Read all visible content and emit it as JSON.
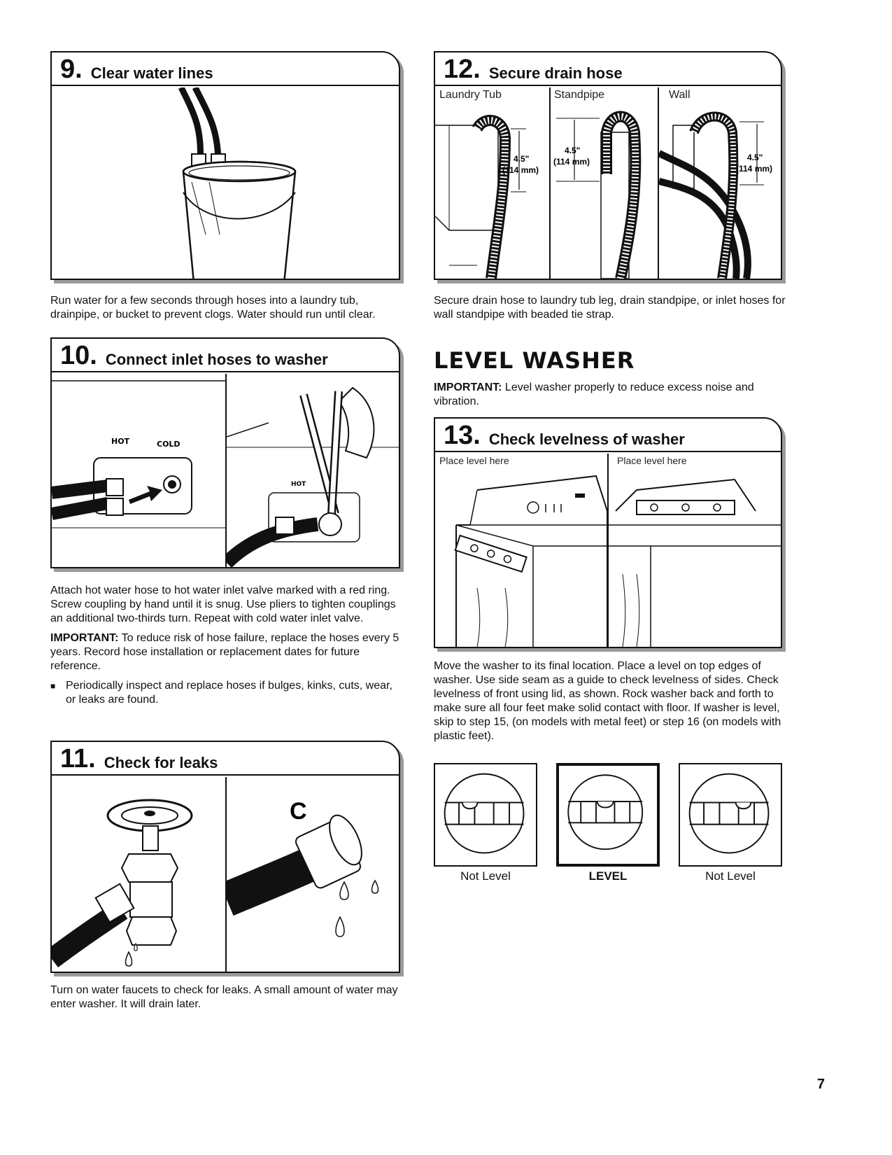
{
  "step9": {
    "number": "9.",
    "title": "Clear water lines",
    "text": "Run water for a few seconds through hoses into a laundry tub, drainpipe, or bucket to prevent clogs. Water should run until clear."
  },
  "step10": {
    "number": "10.",
    "title": "Connect inlet hoses to washer",
    "label_hot": "HOT",
    "label_cold": "COLD",
    "label_hot_small": "HOT",
    "text": "Attach hot water hose to hot water inlet valve marked with a red ring. Screw coupling by hand until it is snug. Use pliers to tighten couplings an additional two-thirds turn. Repeat with cold water inlet valve.",
    "important_label": "IMPORTANT:",
    "important_text": " To reduce risk of hose failure, replace the hoses every 5 years. Record hose installation or replacement dates for future reference.",
    "bullet": "Periodically inspect and replace hoses if bulges, kinks, cuts, wear, or leaks are found."
  },
  "step11": {
    "number": "11.",
    "title": "Check for leaks",
    "label_c": "C",
    "text": "Turn on water faucets to check for leaks. A small amount of water may enter washer. It will drain later."
  },
  "step12": {
    "number": "12.",
    "title": "Secure drain hose",
    "panels": [
      "Laundry Tub",
      "Standpipe",
      "Wall"
    ],
    "dim_in": "4.5\"",
    "dim_mm": "(114 mm)",
    "text": "Secure drain hose to laundry tub leg, drain standpipe, or inlet hoses for wall standpipe with beaded tie strap."
  },
  "level_washer": {
    "title": "LEVEL WASHER",
    "important_label": "IMPORTANT:",
    "important_text": " Level washer properly to reduce excess noise and vibration."
  },
  "step13": {
    "number": "13.",
    "title": "Check levelness of washer",
    "panels": [
      "Place level here",
      "Place level here"
    ],
    "text": "Move the washer to its final location. Place a level on top edges of washer. Use side seam as a guide to check levelness of sides. Check levelness of front using lid, as shown. Rock washer back and forth to make sure all four feet make solid contact with floor. If washer is level, skip to step 15, (on models with metal feet) or step 16 (on models with plastic feet)."
  },
  "level_indicators": [
    {
      "caption": "Not Level",
      "bubble": "left"
    },
    {
      "caption": "LEVEL",
      "bubble": "center"
    },
    {
      "caption": "Not Level",
      "bubble": "right"
    }
  ],
  "page_number": "7"
}
